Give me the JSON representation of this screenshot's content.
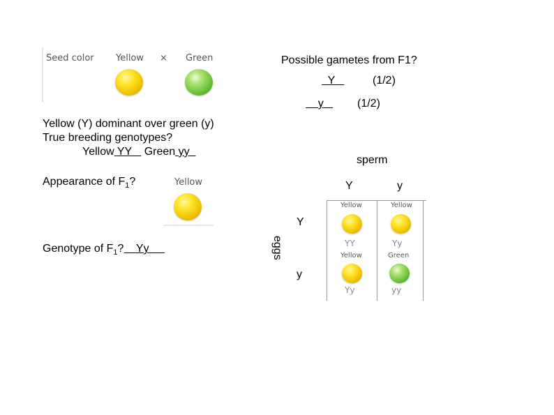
{
  "legend": {
    "seed_color_label": "Seed color",
    "yellow_label": "Yellow",
    "cross_symbol": "×",
    "green_label": "Green"
  },
  "gametes": {
    "question": "Possible gametes from F1?",
    "gamete1": "Y",
    "gamete1_prob": "(1/2)",
    "gamete2": "y",
    "gamete2_prob": "(1/2)"
  },
  "dominance": {
    "line1": "Yellow (Y) dominant over green (y)",
    "line2": "True breeding genotypes?",
    "yellow_prefix": "Yellow",
    "yellow_genotype": "YY",
    "green_prefix": "Green",
    "green_genotype": "yy"
  },
  "f1": {
    "appearance_prefix": "Appearance of F",
    "subscript": "1",
    "appearance_suffix": "?",
    "appearance_label": "Yellow",
    "genotype_prefix": "Genotype of F",
    "genotype_suffix": "?",
    "genotype_answer": "Yy"
  },
  "punnett": {
    "sperm_label": "sperm",
    "eggs_label": "eggs",
    "col_headers": [
      "Y",
      "y"
    ],
    "row_headers": [
      "Y",
      "y"
    ],
    "cells": [
      {
        "phenotype": "Yellow",
        "genotype": "YY",
        "color": "yellow"
      },
      {
        "phenotype": "Yellow",
        "genotype": "Yy",
        "color": "yellow"
      },
      {
        "phenotype": "Yellow",
        "genotype": "Yy",
        "color": "yellow"
      },
      {
        "phenotype": "Green",
        "genotype": "yy",
        "color": "green"
      }
    ]
  }
}
